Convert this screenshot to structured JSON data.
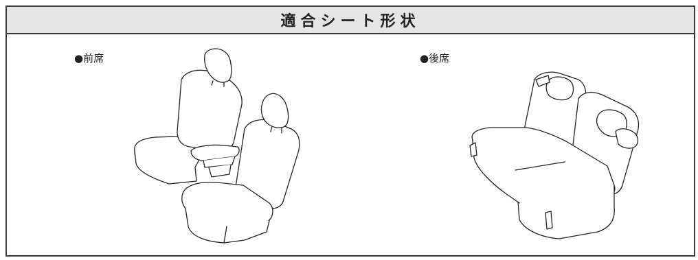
{
  "section": {
    "title": "適合シート形状"
  },
  "front": {
    "label": "●前席"
  },
  "rear": {
    "label": "●後席"
  }
}
